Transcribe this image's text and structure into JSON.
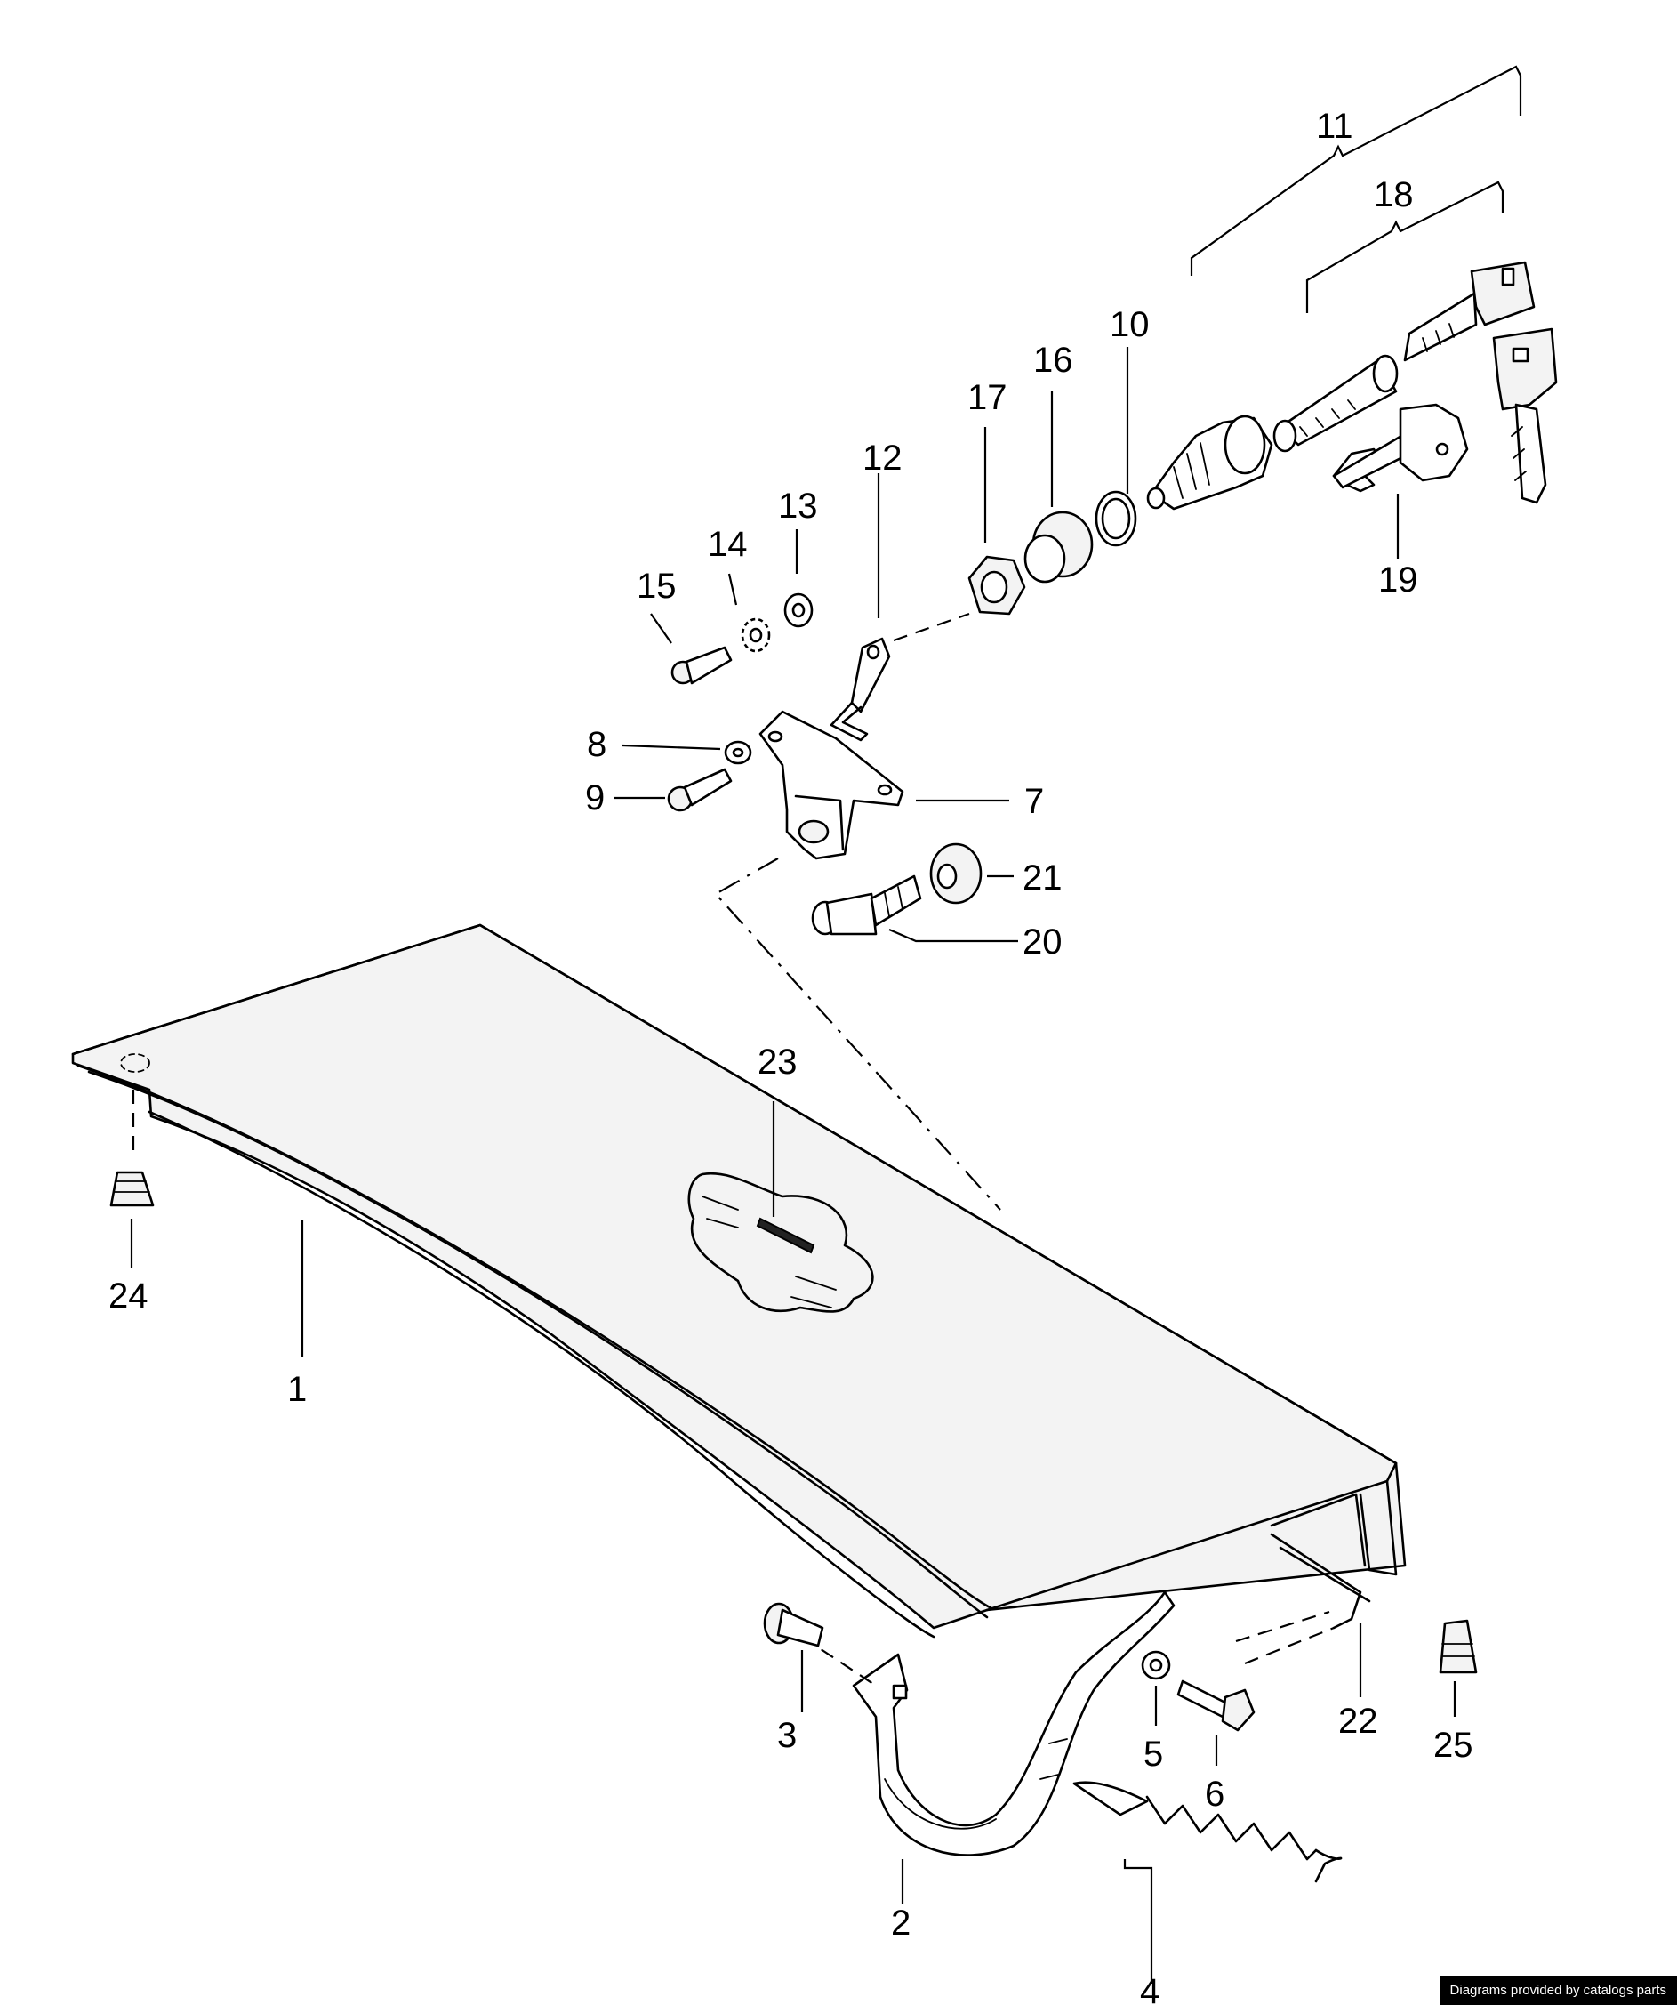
{
  "callouts": {
    "c1": "1",
    "c2": "2",
    "c3": "3",
    "c4": "4",
    "c5": "5",
    "c6": "6",
    "c7": "7",
    "c8": "8",
    "c9": "9",
    "c10": "10",
    "c11": "11",
    "c12": "12",
    "c13": "13",
    "c14": "14",
    "c15": "15",
    "c16": "16",
    "c17": "17",
    "c18": "18",
    "c19": "19",
    "c20": "20",
    "c21": "21",
    "c22": "22",
    "c23": "23",
    "c24": "24",
    "c25": "25"
  },
  "credit": "Diagrams provided by catalogs parts"
}
